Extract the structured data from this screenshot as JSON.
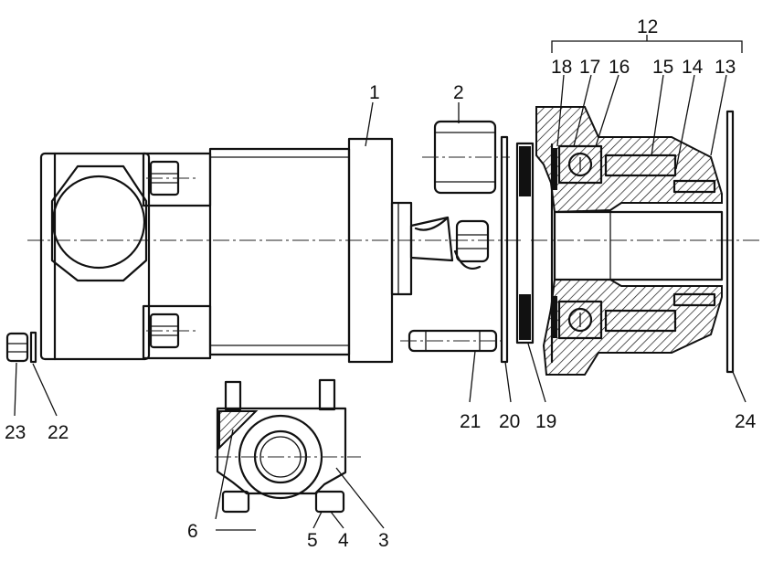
{
  "labels": {
    "p1": "1",
    "p2": "2",
    "p3": "3",
    "p4": "4",
    "p5": "5",
    "p6": "6",
    "p12": "12",
    "p13": "13",
    "p14": "14",
    "p15": "15",
    "p16": "16",
    "p17": "17",
    "p18": "18",
    "p19": "19",
    "p20": "20",
    "p21": "21",
    "p22": "22",
    "p23": "23",
    "p24": "24"
  }
}
